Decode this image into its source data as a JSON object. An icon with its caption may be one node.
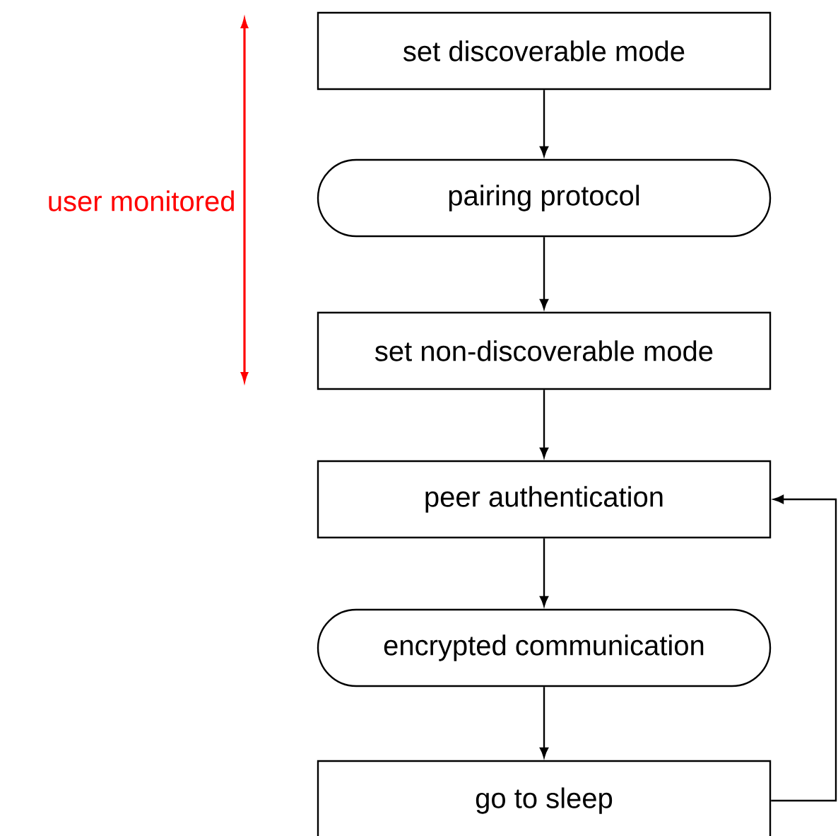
{
  "diagram": {
    "nodes": [
      {
        "text": [
          "set discoverable mode"
        ]
      },
      {
        "text": [
          "pairing protocol"
        ]
      },
      {
        "text": [
          "set non-discoverable mode"
        ]
      },
      {
        "text": [
          "peer authentication"
        ]
      },
      {
        "text": [
          "encrypted communication"
        ]
      },
      {
        "text": [
          "go to sleep"
        ]
      }
    ],
    "edges": [
      {
        "from": 0,
        "to": 1,
        "arrow": "to"
      },
      {
        "from": 1,
        "to": 2,
        "arrow": "to"
      },
      {
        "from": 2,
        "to": 3,
        "arrow": "to"
      },
      {
        "from": 3,
        "to": 4,
        "arrow": "to"
      },
      {
        "from": 4,
        "to": 5,
        "arrow": "to"
      },
      {
        "from": 5,
        "to": 3,
        "arrow": "to"
      }
    ],
    "labels": [
      "user monitored"
    ]
  }
}
